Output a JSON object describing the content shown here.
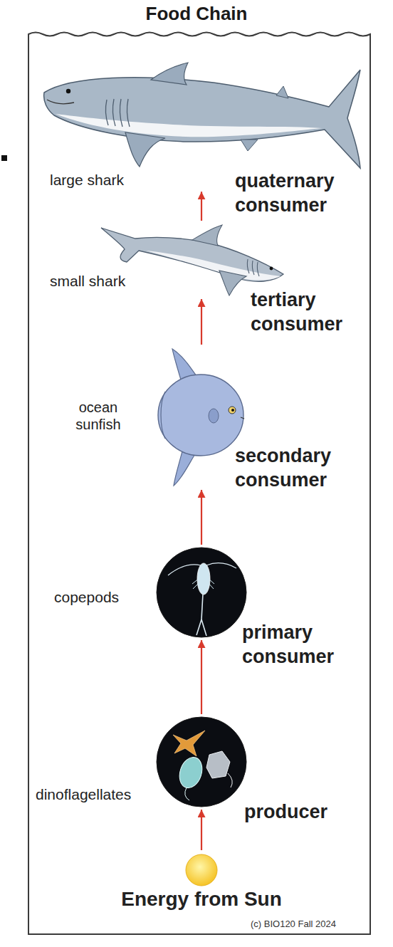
{
  "diagram": {
    "title": "Food Chain",
    "nodes": [
      {
        "text": [
          "large shark"
        ]
      },
      {
        "text": [
          "small shark"
        ]
      },
      {
        "text": [
          "ocean sunfish"
        ]
      },
      {
        "text": [
          "copepods"
        ]
      },
      {
        "text": [
          "dinoflagellates"
        ]
      },
      {
        "text": [
          "Energy from Sun"
        ]
      }
    ],
    "edges": [
      {
        "from": 5,
        "to": 4,
        "arrow": "to"
      },
      {
        "from": 4,
        "to": 3,
        "arrow": "to"
      },
      {
        "from": 3,
        "to": 2,
        "arrow": "to"
      },
      {
        "from": 2,
        "to": 1,
        "arrow": "to"
      },
      {
        "from": 1,
        "to": 0,
        "arrow": "to"
      }
    ],
    "labels": [
      "quaternary consumer",
      "tertiary consumer",
      "secondary consumer",
      "primary consumer",
      "producer",
      "(c) BIO120 Fall 2024"
    ]
  }
}
